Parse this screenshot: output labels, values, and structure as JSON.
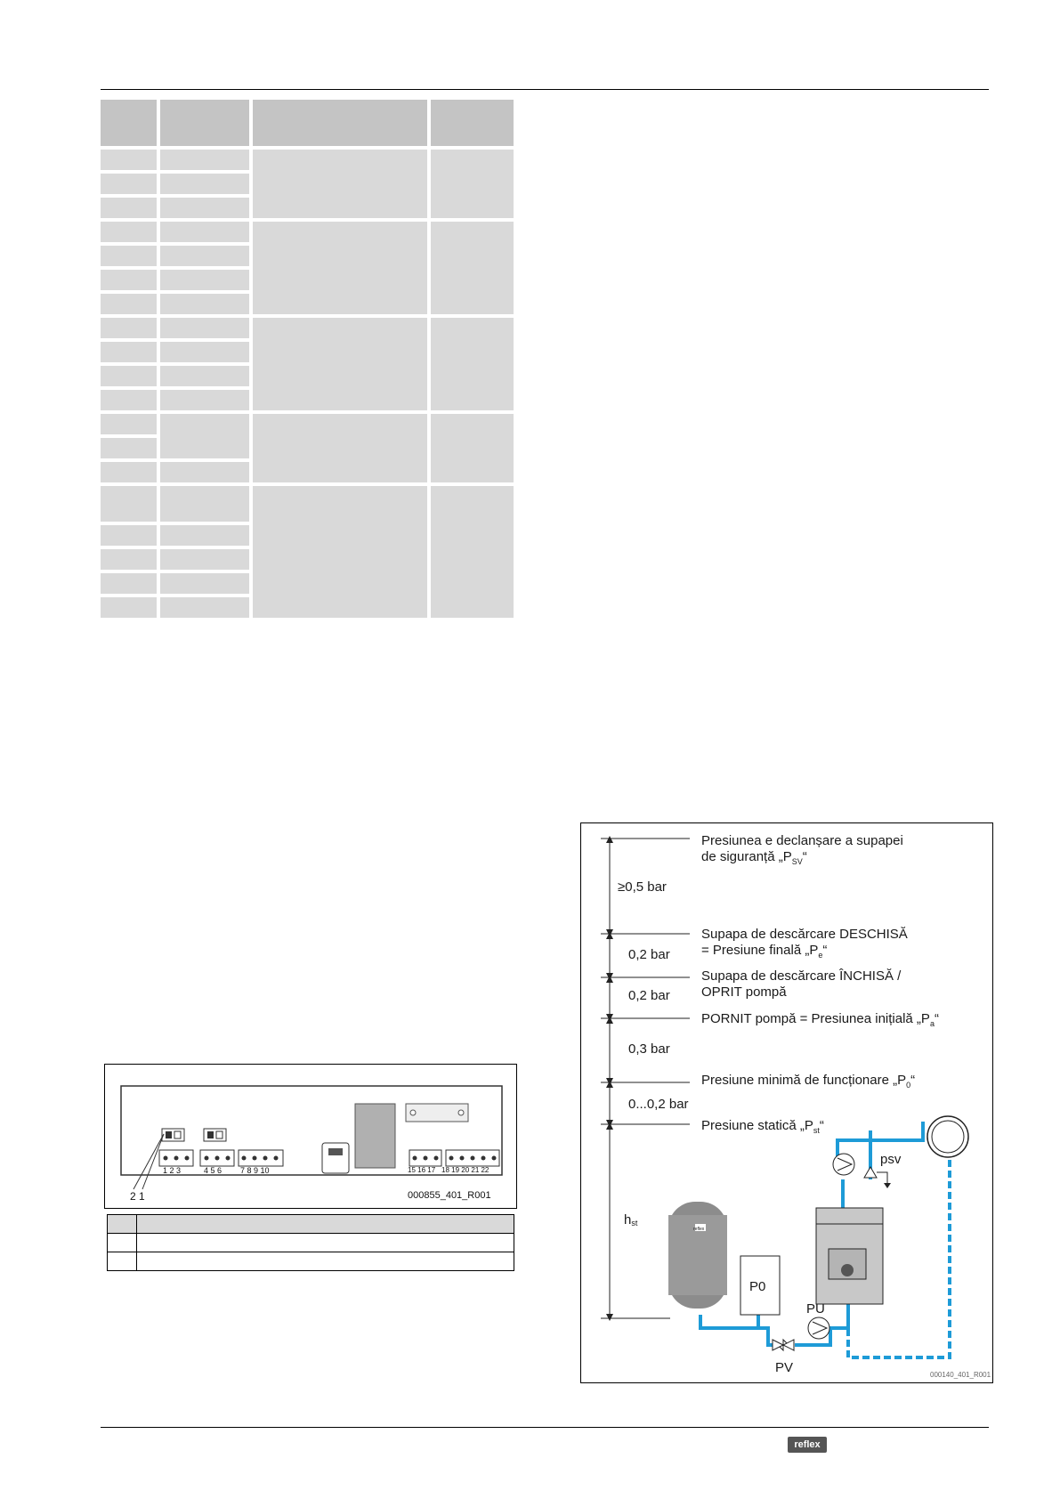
{
  "terminal_figure": {
    "label": "000855_401_R001",
    "callout_2": "2",
    "callout_1": "1",
    "terminal_groups": [
      {
        "numbers": "1 2 3"
      },
      {
        "numbers": "4 5 6"
      },
      {
        "numbers": "7 8 9 10"
      },
      {
        "numbers": "15 16 17"
      },
      {
        "numbers": "18 19 20 21 22"
      }
    ]
  },
  "pressure_diagram": {
    "levels": [
      {
        "line1": "Presiunea e declanșare a supapei",
        "line2_prefix": "de siguranță „P",
        "line2_sub": "SV",
        "line2_suffix": "“"
      },
      {
        "line1": "Supapa de descărcare DESCHISĂ",
        "line2_prefix": "= Presiune finală „P",
        "line2_sub": "e",
        "line2_suffix": "“"
      },
      {
        "line1": "Supapa de descărcare ÎNCHISĂ /",
        "line2": "OPRIT pompă"
      },
      {
        "prefix": "PORNIT pompă = Presiunea inițială „P",
        "sub": "a",
        "suffix": "“"
      },
      {
        "prefix": "Presiune minimă de funcționare „P",
        "sub": "0",
        "suffix": "“"
      },
      {
        "prefix": "Presiune statică „P",
        "sub": "st",
        "suffix": "“"
      }
    ],
    "intervals": [
      "≥0,5 bar",
      "0,2 bar",
      "0,2 bar",
      "0,3 bar",
      "0...0,2 bar"
    ],
    "hst_main": "h",
    "hst_sub": "st",
    "labels": {
      "p0": "P0",
      "pu": "PU",
      "pv": "PV",
      "psv": "psv",
      "vessel_brand": "reflex"
    },
    "figure_id": "000140_401_R001",
    "colors": {
      "pipe": "#1e9bd7",
      "vessel": "#8c8c8c",
      "boiler": "#c8c8c8"
    }
  },
  "footer": {
    "brand": "reflex"
  }
}
